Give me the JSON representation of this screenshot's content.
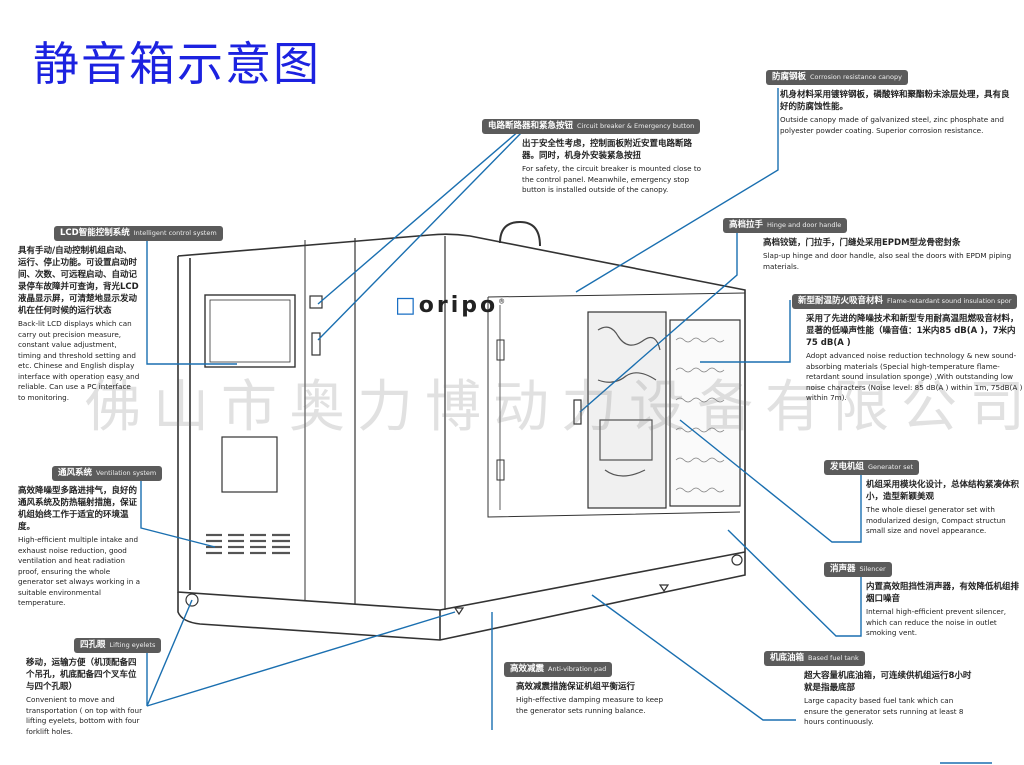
{
  "title": "静音箱示意图",
  "watermark": "佛山市奥力博动力设备有限公司",
  "brand": {
    "logo": "oripo",
    "registered": "®"
  },
  "colors": {
    "title": "#1c22e0",
    "leader_line": "#1a6fb0",
    "badge_bg": "#5b5b5b",
    "logo_accent": "#1a6fc4"
  },
  "callouts": [
    {
      "id": "corrosion",
      "cn_title": "防腐钢板",
      "en_title": "Corrosion resistance canopy",
      "cn_desc": "机身材料采用镀锌钢板，磷酸锌和聚酯粉末涂层处理，具有良好的防腐蚀性能。",
      "en_desc": "Outside canopy made of galvanized steel, zinc phosphate and polyester powder coating. Superior corrosion resistance."
    },
    {
      "id": "breaker",
      "cn_title": "电路断路器和紧急按钮",
      "en_title": "Circuit breaker & Emergency button",
      "cn_desc": "出于安全性考虑，控制面板附近安置电路断路器。同时，机身外安装紧急按扭",
      "en_desc": "For safety, the circuit breaker is mounted close to the control panel. Meanwhile, emergency stop button is installed outside of the canopy."
    },
    {
      "id": "lcd",
      "cn_title": "LCD智能控制系统",
      "en_title": "Intelligent control system",
      "cn_desc": "具有手动/自动控制机组启动、运行、停止功能。可设置启动时间、次数、可远程启动、自动记录停车故障并可查询，背光LCD液晶显示屏，可清楚地显示发动机在任何时候的运行状态",
      "en_desc": "Back-lit LCD displays which can carry out precision measure, constant value adjustment, timing and threshold setting and etc. Chinese and English display interface with operation easy and reliable. Can use a PC interface to monitoring."
    },
    {
      "id": "hinge",
      "cn_title": "高档拉手",
      "en_title": "Hinge and door handle",
      "cn_desc": "高档铰链，门拉手，门缝处采用EPDM型龙骨密封条",
      "en_desc": "Slap-up hinge and door handle, also seal the doors with EPDM piping materials."
    },
    {
      "id": "sponge",
      "cn_title": "新型耐温防火吸音材料",
      "en_title": "Flame-retardant sound insulation spor",
      "cn_desc": "采用了先进的降噪技术和新型专用耐高温阻燃吸音材料，显著的低噪声性能（噪音值：1米内85 dB(A )，7米内75 dB(A )",
      "en_desc": "Adopt advanced noise reduction technology & new sound-absorbing materials (Special high-temperature flame-retardant sound insulation sponge) ,With outstanding low noise characters (Noise level: 85 dB(A ) within 1m, 75dB(A ) within 7m)."
    },
    {
      "id": "ventilation",
      "cn_title": "通风系统",
      "en_title": "Ventilation system",
      "cn_desc": "高效降噪型多路进排气，良好的通风系统及防热辐射措施，保证机组始终工作于适宜的环境温度。",
      "en_desc": "High-efficient multiple intake and exhaust noise reduction, good ventilation and heat radiation proof, ensuring the whole generator set always working in a suitable environmental temperature."
    },
    {
      "id": "genset",
      "cn_title": "发电机组",
      "en_title": "Generator set",
      "cn_desc": "机组采用模块化设计，总体结构紧凑体积小，造型新颖美观",
      "en_desc": "The whole diesel generator set with modularized design, Compact structun small size and novel appearance."
    },
    {
      "id": "silencer",
      "cn_title": "消声器",
      "en_title": "Silencer",
      "cn_desc": "内置高效阻挡性消声器，有效降低机组排烟口噪音",
      "en_desc": "Internal high-efficient prevent silencer, which can reduce the noise in outlet smoking vent."
    },
    {
      "id": "eyelets",
      "cn_title": "四孔眼",
      "en_title": "Lifting eyelets",
      "cn_desc": "移动，运输方便（机顶配备四个吊孔，机底配备四个叉车位与四个孔眼）",
      "en_desc": "Convenient to move and transportation ( on top with four lifting eyelets, bottom with four forklift holes."
    },
    {
      "id": "antivibration",
      "cn_title": "高效减震",
      "en_title": "Anti-vibration pad",
      "cn_desc": "高效减震措施保证机组平衡运行",
      "en_desc": "High-effective damping measure to keep the generator sets running balance."
    },
    {
      "id": "fueltank",
      "cn_title": "机底油箱",
      "en_title": "Based fuel tank",
      "cn_desc": "超大容量机底油箱，可连续供机组运行8小时   就是指最底部",
      "en_desc": "Large capacity based fuel tank which can ensure the generator sets running at least 8 hours continuously."
    }
  ]
}
